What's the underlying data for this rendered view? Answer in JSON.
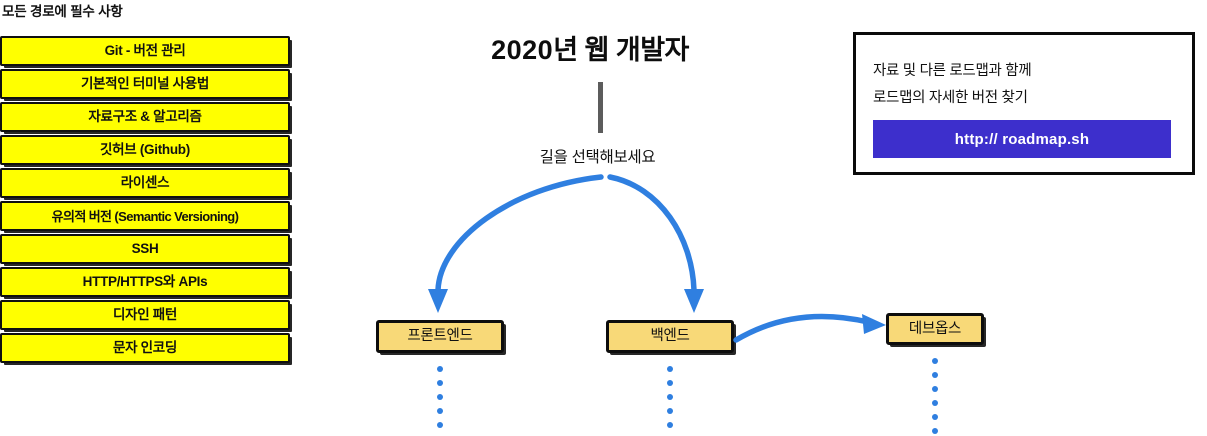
{
  "page": {
    "title": "2020년 웹 개발자",
    "title_year": "2020",
    "title_rest": "년 웹 개발자"
  },
  "left_column": {
    "heading": "모든 경로에 필수 사항",
    "items": [
      {
        "label": "Git - 버전 관리"
      },
      {
        "label": "기본적인 터미널 사용법"
      },
      {
        "label": "자료구조 & 알고리즘"
      },
      {
        "label": "깃허브 (Github)"
      },
      {
        "label": "라이센스"
      },
      {
        "label": "유의적 버전 (Semantic Versioning)"
      },
      {
        "label": "SSH"
      },
      {
        "label": "HTTP/HTTPS와 APIs"
      },
      {
        "label": "디자인 패턴"
      },
      {
        "label": "문자 인코딩"
      }
    ],
    "box_fill": "#FFFF00",
    "box_border": "#101010"
  },
  "center": {
    "choose_path": "길을 선택해보세요",
    "paths": [
      {
        "label": "프론트엔드"
      },
      {
        "label": "백엔드"
      },
      {
        "label": "데브옵스"
      }
    ],
    "path_box_fill": "#F8D978",
    "arrow_color": "#2F7FE0",
    "stem_color": "#5C5C5C"
  },
  "info_box": {
    "line1": "자료 및 다른 로드맵과 함께",
    "line2": "로드맵의 자세한 버전 찾기",
    "url_label": "http:// roadmap.sh",
    "url_button_color": "#3D2FCC"
  }
}
